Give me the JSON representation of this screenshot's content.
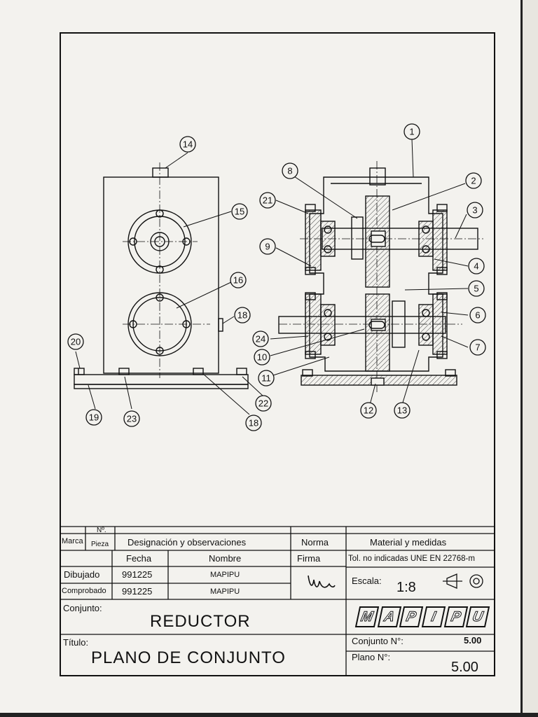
{
  "title_block": {
    "col_marca": "Marca",
    "col_n": "Nº.",
    "col_pieza": "Pieza",
    "col_designacion": "Designación y observaciones",
    "col_norma": "Norma",
    "col_material": "Material y medidas",
    "hdr_fecha": "Fecha",
    "hdr_nombre": "Nombre",
    "hdr_firma": "Firma",
    "tolerance": "Tol. no indicadas UNE EN 22768-m",
    "row_dibujado": "Dibujado",
    "row_comprobado": "Comprobado",
    "fecha_dibujado": "991225",
    "fecha_comprobado": "991225",
    "nombre_dibujado": "MAPIPU",
    "nombre_comprobado": "MAPIPU",
    "escala_label": "Escala:",
    "escala_value": "1:8",
    "conjunto_label": "Conjunto:",
    "conjunto_value": "REDUCTOR",
    "titulo_label": "Título:",
    "titulo_value": "PLANO DE CONJUNTO",
    "conjunto_n_label": "Conjunto N°:",
    "conjunto_n_value": "5.00",
    "plano_n_label": "Plano N°:",
    "plano_n_value": "5.00",
    "logo_letters": [
      "M",
      "A",
      "P",
      "I",
      "P",
      "U"
    ]
  },
  "callouts": [
    "1",
    "2",
    "3",
    "4",
    "5",
    "6",
    "7",
    "8",
    "9",
    "10",
    "11",
    "12",
    "13",
    "14",
    "15",
    "16",
    "18",
    "18",
    "19",
    "20",
    "21",
    "22",
    "23",
    "24"
  ],
  "colors": {
    "ink": "#111111",
    "paper": "#f3f2ee",
    "hatch": "#555555"
  }
}
